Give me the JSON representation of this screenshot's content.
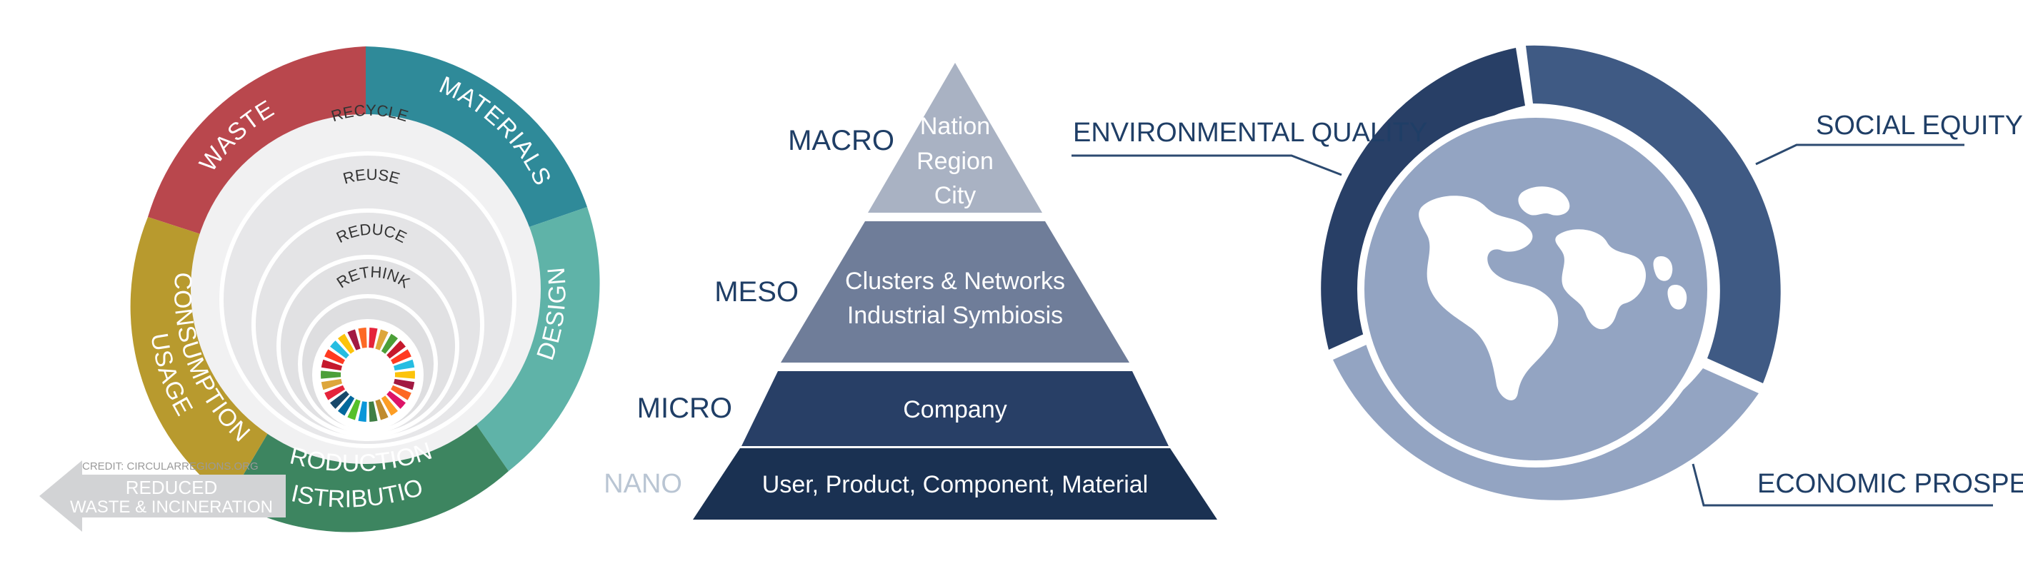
{
  "circular_economy": {
    "segments": {
      "waste": "WASTE",
      "materials": "MATERIALS",
      "design": "DESIGN",
      "production_line1": "PRODUCTION &",
      "production_line2": "DISTRIBUTION",
      "consumption_line1": "CONSUMPTION",
      "consumption_line2": "USAGE"
    },
    "rings": [
      "RECYCLE",
      "REUSE",
      "REDUCE",
      "RETHINK"
    ],
    "credit": "CREDIT: CIRCULARREGIONS.ORG",
    "arrow_line1": "REDUCED",
    "arrow_line2": "WASTE & INCINERATION",
    "colors": {
      "waste": "#b9474d",
      "materials": "#2f8a99",
      "design": "#5fb3a8",
      "production": "#3d8560",
      "consumption": "#b89a2e"
    },
    "sdg_colors": [
      "#e5243b",
      "#dda63a",
      "#4c9f38",
      "#c5192d",
      "#ff3a21",
      "#26bde2",
      "#fcc30b",
      "#a21942",
      "#fd6925",
      "#dd1367",
      "#fd9d24",
      "#bf8b2e",
      "#3f7e44",
      "#0a97d9",
      "#56c02b",
      "#00689d",
      "#19486a",
      "#e5243b",
      "#dda63a",
      "#4c9f38",
      "#c5192d",
      "#ff3a21",
      "#26bde2",
      "#fcc30b",
      "#a21942",
      "#fd6925"
    ]
  },
  "pyramid": {
    "levels": [
      {
        "label": "MACRO",
        "lines": [
          "Nation",
          "Region",
          "City"
        ],
        "color": "#a9b2c3"
      },
      {
        "label": "MESO",
        "lines": [
          "Clusters & Networks",
          "Industrial Symbiosis"
        ],
        "color": "#6f7d99"
      },
      {
        "label": "MICRO",
        "lines": [
          "Company"
        ],
        "color": "#283f66"
      },
      {
        "label": "NANO",
        "lines": [
          "User, Product, Component, Material"
        ],
        "color": "#1a3152"
      }
    ],
    "label_colors": {
      "macro": "#1f3e66",
      "nano": "#b9c5d3"
    }
  },
  "sustainability": {
    "environmental": "ENVIRONMENTAL QUALITY",
    "social": "SOCIAL EQUITY",
    "economic": "ECONOMIC PROSPERITY",
    "colors": {
      "dark": "#283f66",
      "mid": "#3f5a84",
      "light": "#93a4c2",
      "line": "#2c4a70"
    }
  }
}
